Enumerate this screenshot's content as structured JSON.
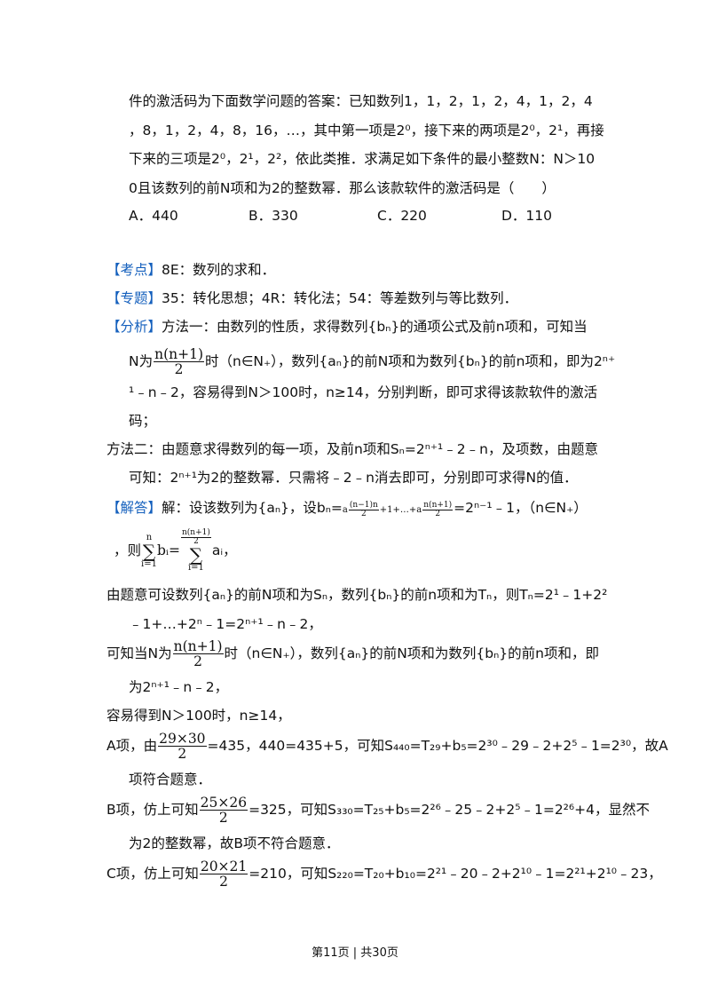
{
  "question": {
    "line1": "件的激活码为下面数学问题的答案：已知数列1，1，2，1，2，4，1，2，4",
    "line2": "，8，1，2，4，8，16，…，其中第一项是2⁰，接下来的两项是2⁰，2¹，再接",
    "line3": "下来的三项是2⁰，2¹，2²，依此类推．求满足如下条件的最小整数N：N＞10",
    "line4": "0且该数列的前N项和为2的整数幂．那么该款软件的激活码是（　　）",
    "options": [
      "A．440",
      "B．330",
      "C．220",
      "D．110"
    ]
  },
  "kaodian": {
    "tag": "【考点】",
    "text": "8E：数列的求和．"
  },
  "zhuanti": {
    "tag": "【专题】",
    "text": "35：转化思想；4R：转化法；54：等差数列与等比数列．"
  },
  "fenxi": {
    "tag": "【分析】",
    "l1": "方法一：由数列的性质，求得数列{bₙ}的通项公式及前n项和，可知当",
    "l2a": "N为",
    "frac_num": "n(n+1)",
    "frac_den": "2",
    "l2b": "时（n∈N₊），数列{aₙ}的前N项和为数列{bₙ}的前n项和，即为2ⁿ⁺",
    "l3": "¹﹣n﹣2，容易得到N＞100时，n≥14，分别判断，即可求得该款软件的激活",
    "l4": "码；",
    "l5": "方法二：由题意求得数列的每一项，及前n项和Sₙ=2ⁿ⁺¹﹣2﹣n，及项数，由题意",
    "l6": "可知：2ⁿ⁺¹为2的整数幂．只需将﹣2﹣n消去即可，分别即可求得N的值．"
  },
  "jieda": {
    "tag": "【解答】",
    "l1a": "解：设该数列为{aₙ}，设bₙ=",
    "sub1_top": "a",
    "sub1_low": "(n−1)n",
    "sub1_den": "2",
    "sub1_plus": "+1",
    "mid": "+…+",
    "sub2_top": "a",
    "sub2_low": "n(n+1)",
    "sub2_den": "2",
    "l1b": "=2ⁿ⁻¹﹣1，（n∈N₊）",
    "l2a": "，则",
    "sum1_top": "n",
    "sum1_bot": "i=1",
    "b_i": "bᵢ=",
    "sum2_top_num": "n(n+1)",
    "sum2_top_den": "2",
    "sum2_bot": "i=1",
    "a_i": "aᵢ，",
    "l3": "由题意可设数列{aₙ}的前N项和为Sₙ，数列{bₙ}的前n项和为Tₙ，则Tₙ=2¹﹣1+2²",
    "l4": "﹣1+…+2ⁿ﹣1=2ⁿ⁺¹﹣n﹣2，",
    "l5a": "可知当N为",
    "l5_num": "n(n+1)",
    "l5_den": "2",
    "l5b": "时（n∈N₊），数列{aₙ}的前N项和为数列{bₙ}的前n项和，即",
    "l6": "为2ⁿ⁺¹﹣n﹣2，",
    "l7": "容易得到N＞100时，n≥14，",
    "A_a": "A项，由",
    "A_num": "29×30",
    "A_den": "2",
    "A_b": "=435，440=435+5，可知S₄₄₀=T₂₉+b₅=2³⁰﹣29﹣2+2⁵﹣1=2³⁰，故A",
    "A_c": "项符合题意．",
    "B_a": "B项，仿上可知",
    "B_num": "25×26",
    "B_den": "2",
    "B_b": "=325，可知S₃₃₀=T₂₅+b₅=2²⁶﹣25﹣2+2⁵﹣1=2²⁶+4，显然不",
    "B_c": "为2的整数幂，故B项不符合题意．",
    "C_a": "C项，仿上可知",
    "C_num": "20×21",
    "C_den": "2",
    "C_b": "=210，可知S₂₂₀=T₂₀+b₁₀=2²¹﹣20﹣2+2¹⁰﹣1=2²¹+2¹⁰﹣23，"
  },
  "footer": "第11页 | 共30页"
}
